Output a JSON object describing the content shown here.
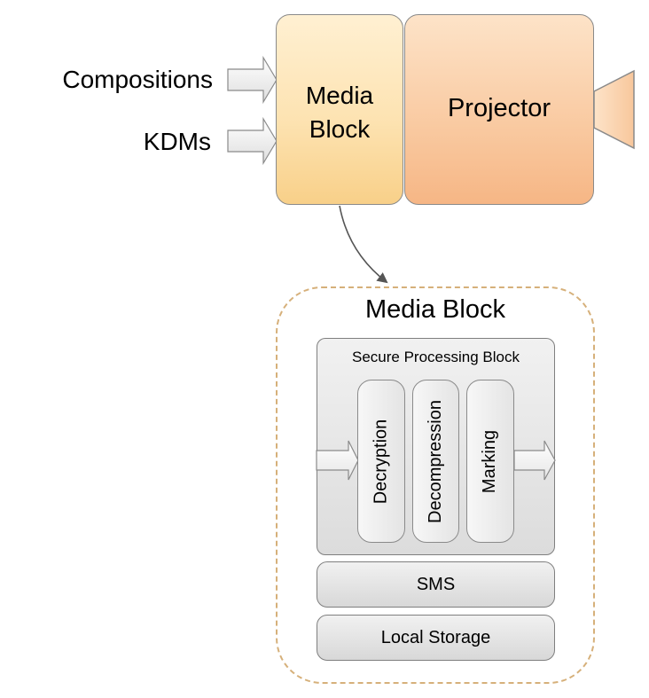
{
  "inputs": {
    "compositions": "Compositions",
    "kdms": "KDMs"
  },
  "top": {
    "media_block": "Media Block",
    "projector": "Projector"
  },
  "detail": {
    "title": "Media Block",
    "secure_processing_block": "Secure Processing Block",
    "stages": [
      "Decryption",
      "Decompression",
      "Marking"
    ],
    "sms": "SMS",
    "local_storage": "Local Storage"
  },
  "colors": {
    "media_block_fill": "#fde3b2",
    "projector_fill": "#f9c9a0",
    "dashed_border": "#d6b07a",
    "gray_fill": "#dcdcdc",
    "outline": "#8a8a8a"
  }
}
